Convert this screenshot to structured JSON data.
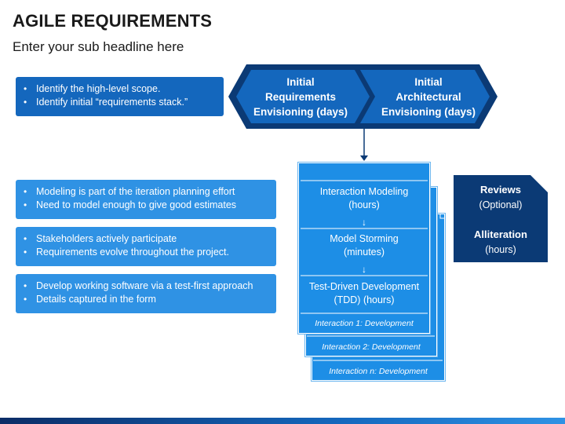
{
  "header": {
    "title": "AGILE REQUIREMENTS",
    "subtitle": "Enter your sub headline here"
  },
  "notes": [
    {
      "bullets": [
        "Identify the high-level scope.",
        "Identify initial “requirements stack.”"
      ]
    },
    {
      "bullets": [
        "Modeling is part of the iteration planning effort",
        "Need to model enough to give good estimates"
      ]
    },
    {
      "bullets": [
        "Stakeholders actively participate",
        "Requirements evolve throughout the project."
      ]
    },
    {
      "bullets": [
        "Develop working software via a test-first approach",
        "Details captured in the form"
      ]
    }
  ],
  "chevrons": {
    "first": [
      "Initial",
      "Requirements",
      "Envisioning (days)"
    ],
    "second": [
      "Initial",
      "Architectural",
      "Envisioning (days)"
    ]
  },
  "iteration": {
    "steps": [
      {
        "name": "Interaction Modeling",
        "unit": "(hours)"
      },
      {
        "name": "Model Storming",
        "unit": "(minutes)"
      },
      {
        "name": "Test-Driven Development",
        "unit": "(TDD) (hours)"
      }
    ],
    "labels": [
      "Interaction 1: Development",
      "Interaction 2: Development",
      "Interaction n: Development"
    ]
  },
  "review_box": {
    "reviews_title": "Reviews",
    "reviews_sub": "(Optional)",
    "alliteration_title": "Alliteration",
    "alliteration_sub": "(hours)"
  },
  "colors": {
    "dark_blue": "#1467bd",
    "light_blue": "#2f92e4",
    "navy": "#0b3a75",
    "card_blue": "#1d8ee6"
  }
}
